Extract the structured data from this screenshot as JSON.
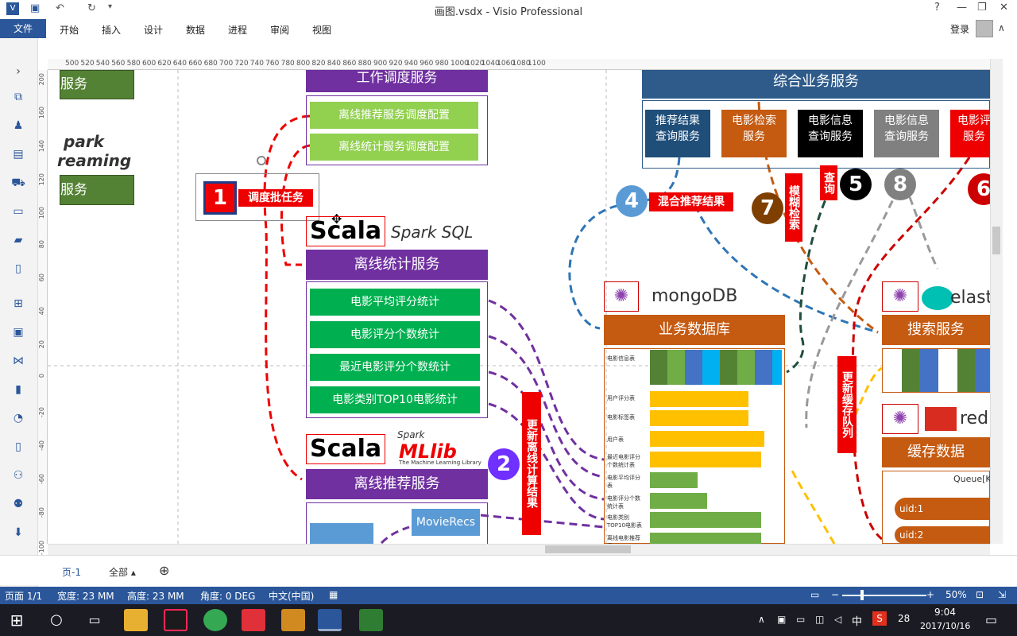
{
  "window": {
    "title": "画图.vsdx - Visio Professional",
    "help": "?",
    "minimize": "—",
    "restore": "❐",
    "close": "✕"
  },
  "quick_access": {
    "undo": "↶",
    "redo": "↻",
    "dropdown": "▾"
  },
  "menu": {
    "file": "文件",
    "items": [
      "开始",
      "插入",
      "设计",
      "数据",
      "进程",
      "审阅",
      "视图"
    ],
    "login": "登录"
  },
  "ruler": {
    "ticks": [
      "500",
      "520",
      "540",
      "560",
      "580",
      "600",
      "620",
      "640",
      "660",
      "680",
      "700",
      "720",
      "740",
      "760",
      "780",
      "800",
      "820",
      "840",
      "860",
      "880",
      "900",
      "920",
      "940",
      "960",
      "980",
      "1000",
      "1020",
      "1040",
      "1060",
      "1080",
      "1100"
    ],
    "left_ticks": [
      "200",
      "160",
      "140",
      "120",
      "100",
      "80",
      "60",
      "40",
      "20",
      "0",
      "-20",
      "-40",
      "-60",
      "-80",
      "-100"
    ]
  },
  "diagram": {
    "left_service1": "服务",
    "left_service2": "服务",
    "spark_streaming1": "park",
    "spark_streaming2": "reaming",
    "job_scheduling": "工作调度服务",
    "offline_recommend_config": "离线推荐服务调度配置",
    "offline_stats_config": "离线统计服务调度配置",
    "step1_num": "1",
    "step1_label": "调度批任务",
    "scala1": "Scala",
    "spark_sql": "Spark SQL",
    "offline_stats": "离线统计服务",
    "stats_items": [
      "电影平均评分统计",
      "电影评分个数统计",
      "最近电影评分个数统计",
      "电影类别TOP10电影统计"
    ],
    "scala2": "Scala",
    "spark_mllib": "MLlib",
    "spark_mllib_top": "Spark",
    "mllib_sub": "The Machine Learning Library",
    "offline_recommend": "离线推荐服务",
    "movierecs": "MovieRecs",
    "step2_num": "2",
    "step2_label": "更新离线计算结果",
    "composite_service": "综合业务服务",
    "services": [
      "推荐结果\n查询服务",
      "电影检索\n服务",
      "电影信息\n查询服务",
      "电影信息\n查询服务",
      "电影评\n服务"
    ],
    "step4_num": "4",
    "step4_label": "混合推荐结果",
    "step7_num": "7",
    "step7_label": "模糊检索",
    "step5_num": "5",
    "step5_label": "查询",
    "step8_num": "8",
    "step6_num": "6",
    "mongodb": "mongoDB",
    "business_db": "业务数据库",
    "elastic": "elast",
    "search_service": "搜索服务",
    "update_cache": "更新缓存队列",
    "redis": "redi",
    "cache_db": "缓存数据",
    "queue": "Queue[K]",
    "uid1": "uid:1",
    "uid2": "uid:2",
    "db_tables": [
      "电影信息表",
      "用户评分表",
      "电影标签表",
      "用户表",
      "最近电影评分个数统计表",
      "电影平均评分表",
      "电影评分个数统计表",
      "电影类别TOP10电影表",
      "离线电影推荐表"
    ]
  },
  "page_tabs": {
    "page": "页-1",
    "all": "全部 ▴",
    "add": "⊕"
  },
  "status": {
    "page": "页面 1/1",
    "width": "宽度: 23 MM",
    "height": "高度: 23 MM",
    "angle": "角度: 0 DEG",
    "lang": "中文(中国)",
    "zoom": "50%"
  },
  "taskbar": {
    "time": "9:04",
    "date": "2017/10/16",
    "ime": "中",
    "num": "28"
  }
}
